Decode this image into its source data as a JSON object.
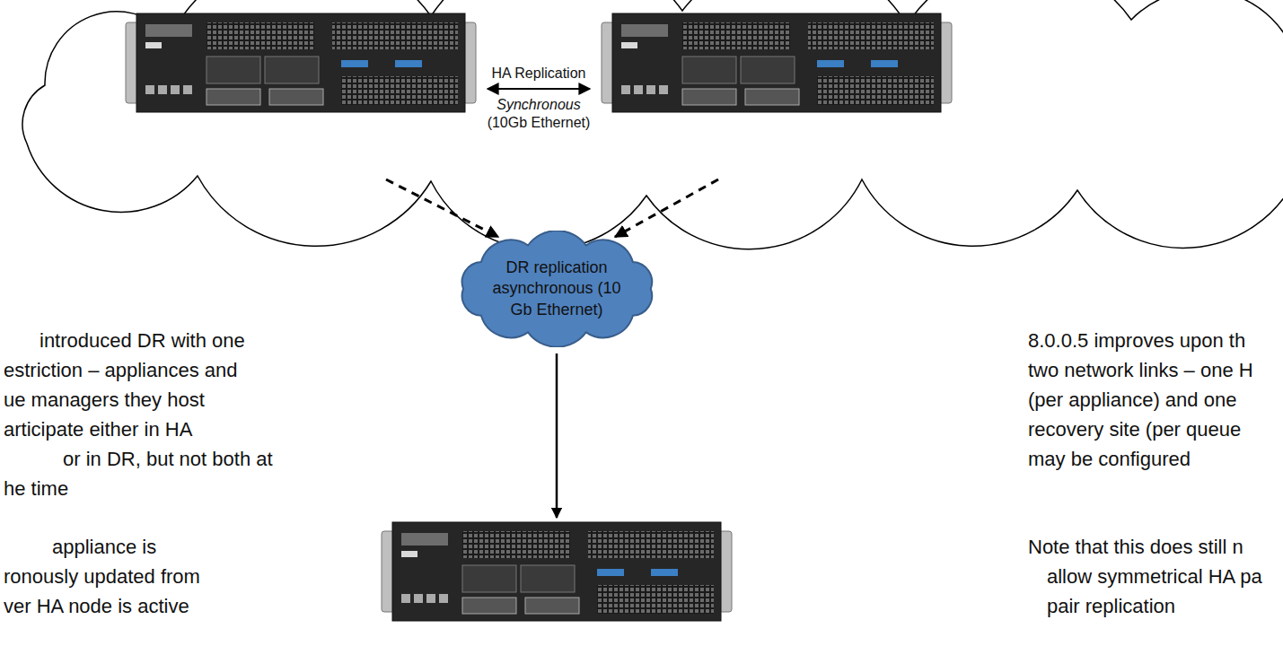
{
  "diagram": {
    "nodes": [
      {
        "text": [
          "DR replication asynchronous (10 Gb Ethernet)"
        ]
      }
    ],
    "labels": [
      "HA Replication",
      "Synchronous",
      "(10Gb Ethernet)",
      "introduced DR with one",
      "estriction – appliances and",
      "ue managers they host",
      "articipate either in HA",
      "or in DR, but not both at",
      "he time",
      "appliance is",
      "ronously updated from",
      "ver HA node is active",
      "8.0.0.5 improves upon th",
      "two network links – one H",
      "(per appliance) and one",
      "recovery site (per queue",
      "may be configured",
      "Note that this does still n",
      "allow symmetrical HA pa",
      "pair replication"
    ]
  }
}
